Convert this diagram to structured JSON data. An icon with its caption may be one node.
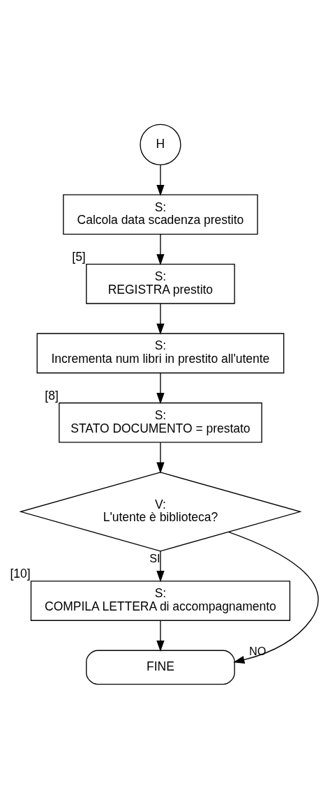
{
  "diagram": {
    "nodes": [
      {
        "text": [
          "H"
        ]
      },
      {
        "text": [
          "S:",
          "Calcola data scadenza prestito"
        ]
      },
      {
        "text": [
          "S:",
          "REGISTRA prestito"
        ],
        "beside": [
          "[5]"
        ]
      },
      {
        "text": [
          "S:",
          "Incrementa num libri in prestito all'utente"
        ]
      },
      {
        "text": [
          "S:",
          "STATO DOCUMENTO = prestato"
        ],
        "beside": [
          "[8]"
        ]
      },
      {
        "text": [
          "V:",
          "L'utente è biblioteca?"
        ]
      },
      {
        "text": [
          "S:",
          "COMPILA LETTERA di accompagnamento"
        ],
        "beside": [
          "[10]"
        ]
      },
      {
        "text": [
          "FINE"
        ]
      }
    ],
    "edges": [
      {
        "from": 0,
        "to": 1,
        "arrow": "to"
      },
      {
        "from": 1,
        "to": 2,
        "arrow": "to"
      },
      {
        "from": 2,
        "to": 3,
        "arrow": "to"
      },
      {
        "from": 3,
        "to": 4,
        "arrow": "to"
      },
      {
        "from": 4,
        "to": 5,
        "arrow": "to"
      },
      {
        "from": 5,
        "to": 7,
        "label": "NO",
        "arrow": "to"
      },
      {
        "from": 5,
        "to": 6,
        "label": "SI",
        "arrow": "to"
      },
      {
        "from": 6,
        "to": 7,
        "arrow": "to"
      }
    ]
  }
}
